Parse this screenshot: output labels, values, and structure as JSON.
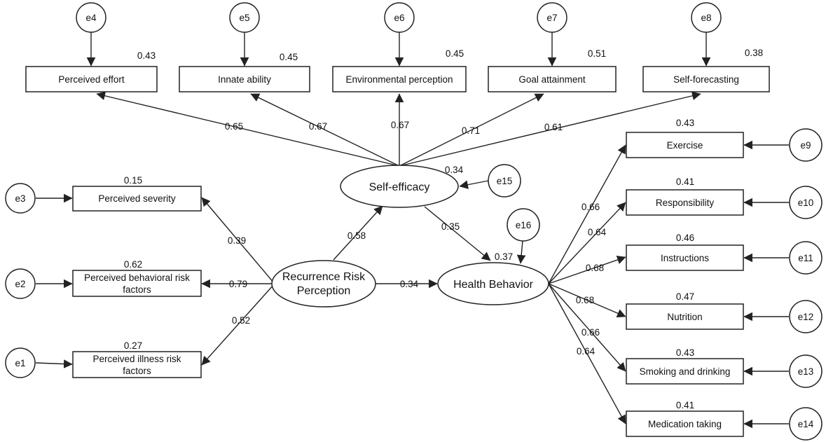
{
  "indicators": {
    "perceived_effort": "Perceived effort",
    "innate_ability": "Innate ability",
    "environmental_perception": "Environmental perception",
    "goal_attainment": "Goal attainment",
    "self_forecasting": "Self-forecasting",
    "perceived_severity": "Perceived severity",
    "perceived_behavioral_1": "Perceived behavioral risk",
    "perceived_behavioral_2": "factors",
    "perceived_illness_1": "Perceived illness risk",
    "perceived_illness_2": "factors",
    "exercise": "Exercise",
    "responsibility": "Responsibility",
    "instructions": "Instructions",
    "nutrition": "Nutrition",
    "smoking": "Smoking and drinking",
    "medication": "Medication taking"
  },
  "latents": {
    "self_efficacy": "Self-efficacy",
    "rrp_1": "Recurrence Risk",
    "rrp_2": "Perception",
    "health_behavior": "Health Behavior"
  },
  "errors": {
    "e1": "e1",
    "e2": "e2",
    "e3": "e3",
    "e4": "e4",
    "e5": "e5",
    "e6": "e6",
    "e7": "e7",
    "e8": "e8",
    "e9": "e9",
    "e10": "e10",
    "e11": "e11",
    "e12": "e12",
    "e13": "e13",
    "e14": "e14",
    "e15": "e15",
    "e16": "e16"
  },
  "r_squared": {
    "perceived_effort": "0.43",
    "innate_ability": "0.45",
    "environmental_perception": "0.45",
    "goal_attainment": "0.51",
    "self_forecasting": "0.38",
    "perceived_severity": "0.15",
    "perceived_behavioral": "0.62",
    "perceived_illness": "0.27",
    "exercise": "0.43",
    "responsibility": "0.41",
    "instructions": "0.46",
    "nutrition": "0.47",
    "smoking": "0.43",
    "medication": "0.41",
    "self_efficacy": "0.34",
    "health_behavior": "0.37"
  },
  "loadings": {
    "se_effort": "0.65",
    "se_innate": "0.67",
    "se_env": "0.67",
    "se_goal": "0.71",
    "se_forecast": "0.61",
    "rrp_severity": "0.39",
    "rrp_behavioral": "0.79",
    "rrp_illness": "0.52",
    "hb_exercise": "0.66",
    "hb_responsibility": "0.64",
    "hb_instructions": "0.68",
    "hb_nutrition": "0.68",
    "hb_smoking": "0.66",
    "hb_medication": "0.64"
  },
  "paths": {
    "rrp_se": "0.58",
    "se_hb": "0.35",
    "rrp_hb": "0.34"
  }
}
